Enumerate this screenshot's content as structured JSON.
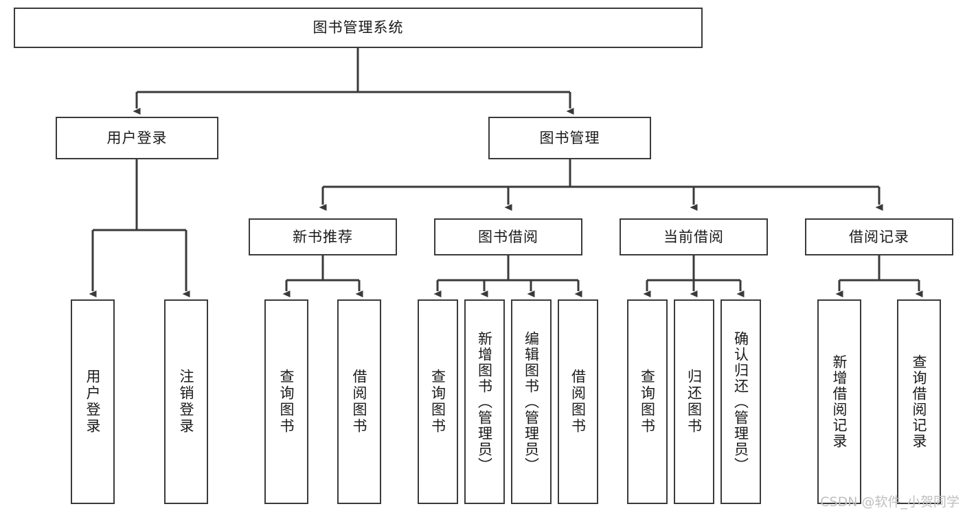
{
  "diagram": {
    "title": "图书管理系统",
    "watermark": "CSDN @软件_小贺同学",
    "stroke_color": "#3a3a3a",
    "text_color": "#1a1a1a",
    "background_color": "#ffffff",
    "watermark_color": "#bfbfbf"
  },
  "nodes": {
    "root": {
      "label": "图书管理系统"
    },
    "level2": [
      {
        "label": "用户登录"
      },
      {
        "label": "图书管理"
      }
    ],
    "level3": [
      {
        "label": "新书推荐"
      },
      {
        "label": "图书借阅"
      },
      {
        "label": "当前借阅"
      },
      {
        "label": "借阅记录"
      }
    ],
    "leaves": {
      "user_login": [
        {
          "label": "用户登录"
        },
        {
          "label": "注销登录"
        }
      ],
      "new_book": [
        {
          "label": "查询图书"
        },
        {
          "label": "借阅图书"
        }
      ],
      "book_borrow": [
        {
          "label": "查询图书"
        },
        {
          "label": "新增图书（管理员）"
        },
        {
          "label": "编辑图书（管理员）"
        },
        {
          "label": "借阅图书"
        }
      ],
      "current_borrow": [
        {
          "label": "查询图书"
        },
        {
          "label": "归还图书"
        },
        {
          "label": "确认归还（管理员）"
        }
      ],
      "borrow_record": [
        {
          "label": "新增借阅记录"
        },
        {
          "label": "查询借阅记录"
        }
      ]
    }
  }
}
